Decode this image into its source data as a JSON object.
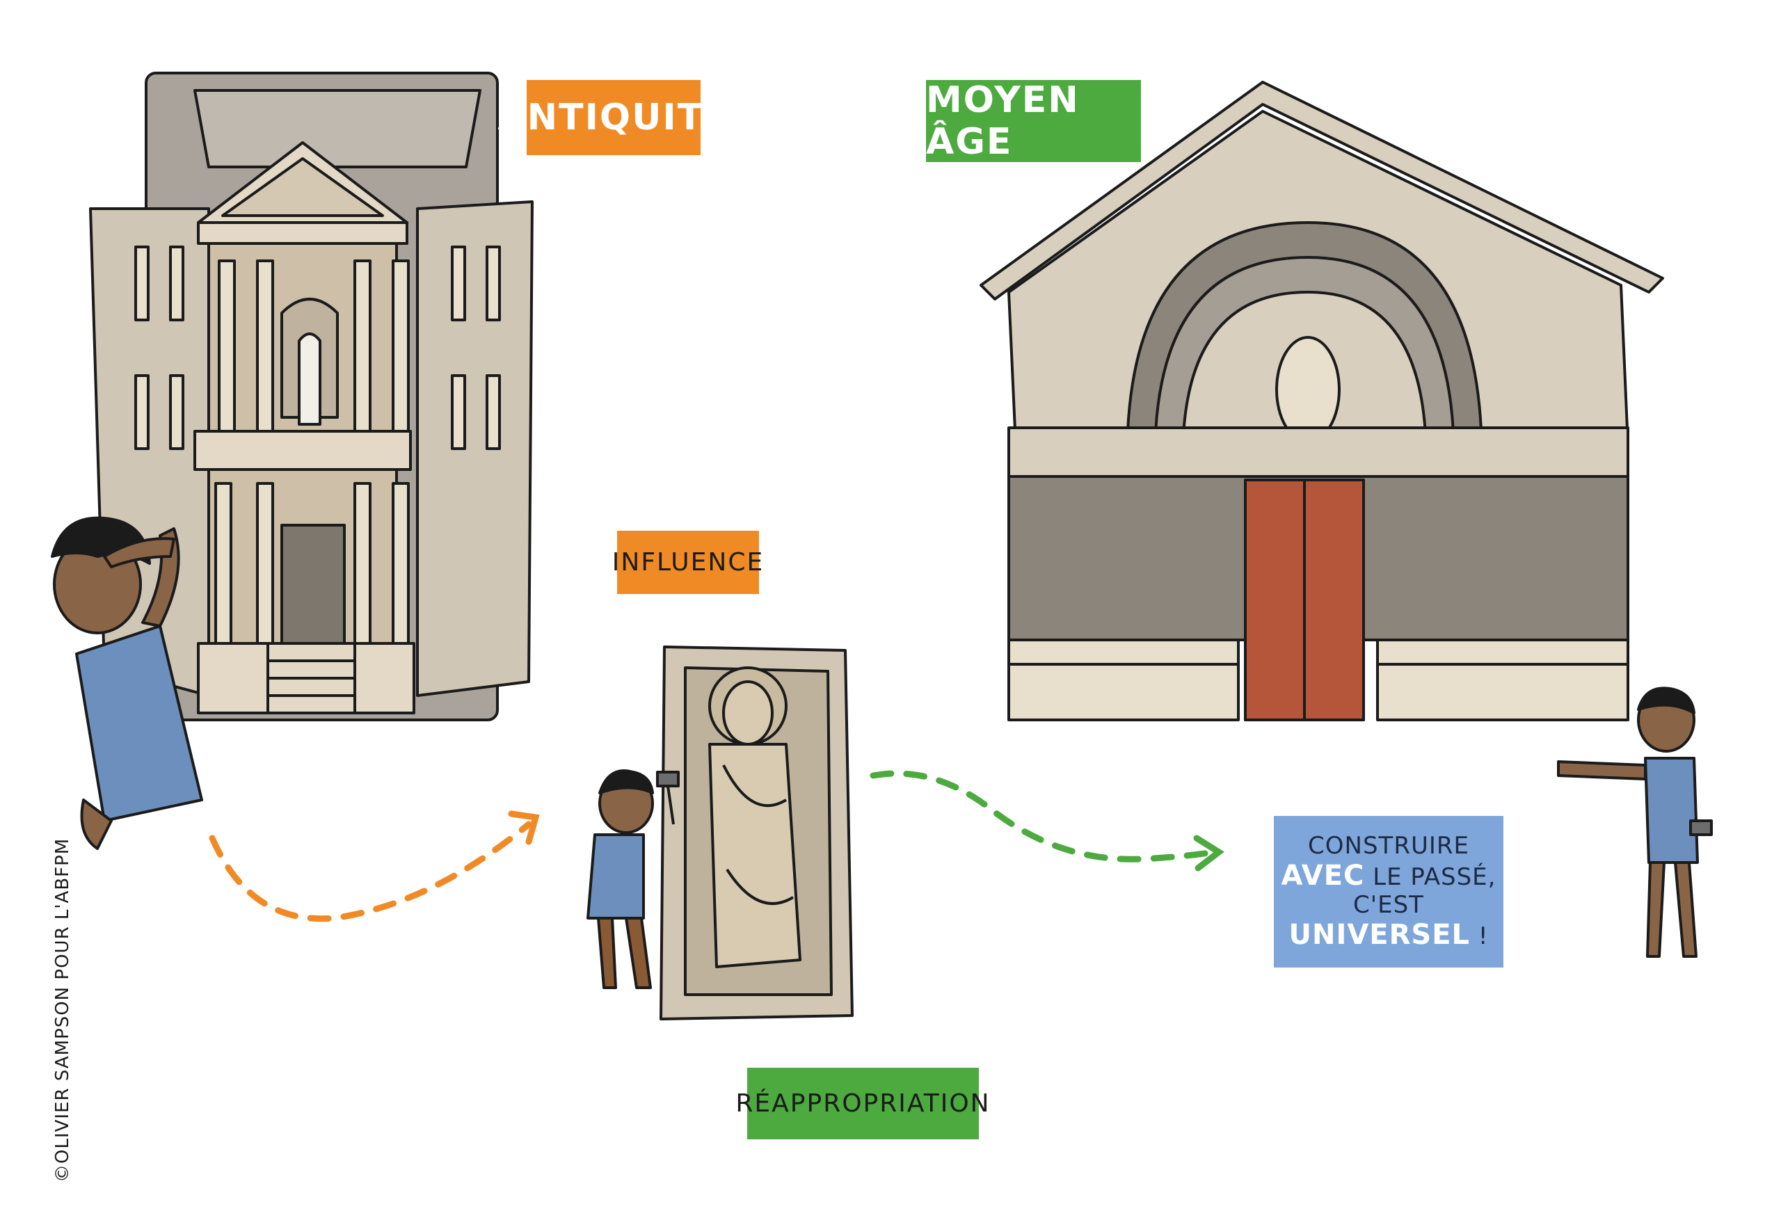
{
  "labels": {
    "antiquite": "ANTIQUITÉ",
    "moyen_age": "MOYEN ÂGE",
    "influence": "INFLUENCE",
    "reappropriation": "RÉAPPROPRIATION"
  },
  "speech_bubble": {
    "line1": "CONSTRUIRE",
    "line2_emph": "AVEC",
    "line2_rest": "LE PASSÉ,",
    "line3": "C'EST",
    "line4_emph": "UNIVERSEL",
    "line4_rest": "!"
  },
  "credit": "©OLIVIER SAMPSON POUR L'ABFPM",
  "colors": {
    "orange": "#f08a24",
    "green": "#4caa3f",
    "blue_bubble": "#7fa6da",
    "stone": "#d9cfbf",
    "stone_dark": "#8c857c",
    "door_red": "#b5553a",
    "shirt_blue": "#6c8fbd"
  }
}
